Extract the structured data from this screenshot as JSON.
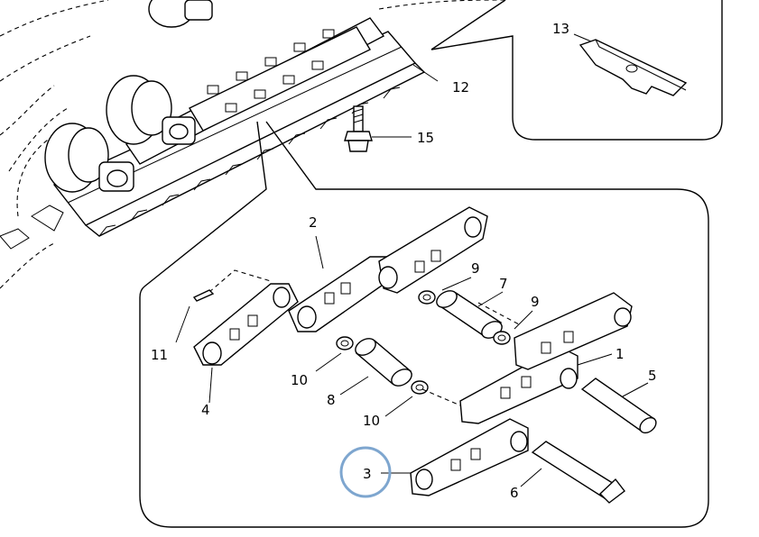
{
  "diagram": {
    "callouts": [
      {
        "id": "c13",
        "label": "13"
      },
      {
        "id": "c12",
        "label": "12"
      },
      {
        "id": "c15",
        "label": "15"
      },
      {
        "id": "c2",
        "label": "2"
      },
      {
        "id": "c9a",
        "label": "9"
      },
      {
        "id": "c7",
        "label": "7"
      },
      {
        "id": "c9b",
        "label": "9"
      },
      {
        "id": "c11",
        "label": "11"
      },
      {
        "id": "c1",
        "label": "1"
      },
      {
        "id": "c10a",
        "label": "10"
      },
      {
        "id": "c5",
        "label": "5"
      },
      {
        "id": "c8",
        "label": "8"
      },
      {
        "id": "c4",
        "label": "4"
      },
      {
        "id": "c10b",
        "label": "10"
      },
      {
        "id": "c3",
        "label": "3"
      },
      {
        "id": "c6",
        "label": "6"
      }
    ],
    "highlight_color": "#7ea6cf"
  }
}
